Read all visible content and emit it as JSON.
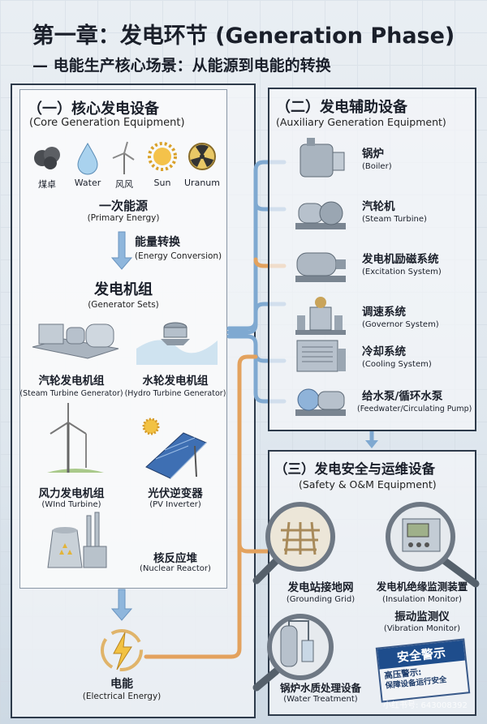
{
  "header": {
    "title": "第一章：发电环节 (Generation Phase)",
    "subtitle": "— 电能生产核心场景：从能源到电能的转换"
  },
  "core": {
    "title": "（一）核心发电设备",
    "title_en": "(Core Generation Equipment)",
    "sources": [
      {
        "label": "煤卓",
        "icon": "coal-icon"
      },
      {
        "label": "Water",
        "icon": "water-drop-icon"
      },
      {
        "label": "风风",
        "icon": "wind-icon"
      },
      {
        "label": "Sun",
        "icon": "sun-icon"
      },
      {
        "label": "Uranum",
        "icon": "radiation-icon"
      }
    ],
    "primary": "一次能源",
    "primary_en": "(Primary Energy)",
    "conversion": "能量转换",
    "conversion_en": "(Energy Conversion)",
    "gensets": "发电机组",
    "gensets_en": "(Generator Sets)",
    "units": [
      {
        "zh": "汽轮发电机组",
        "en": "(Steam Turbine Generator)"
      },
      {
        "zh": "水轮发电机组",
        "en": "(Hydro Turbine Generator)"
      },
      {
        "zh": "风力发电机组",
        "en": "(WInd Turbine)"
      },
      {
        "zh": "光伏逆变器",
        "en": "(PV Inverter)"
      },
      {
        "zh": "核反应堆",
        "en": "(Nuclear Reactor)"
      }
    ],
    "output": "电能",
    "output_en": "(Electrical Energy)"
  },
  "aux": {
    "title": "（二）发电辅助设备",
    "title_en": "(Auxiliary Generation Equipment)",
    "items": [
      {
        "zh": "锅炉",
        "en": "(Boiler)"
      },
      {
        "zh": "汽轮机",
        "en": "(Steam Turbine)"
      },
      {
        "zh": "发电机励磁系统",
        "en": "(Excitation System)"
      },
      {
        "zh": "调速系统",
        "en": "(Governor System)"
      },
      {
        "zh": "冷却系统",
        "en": "(Cooling System)"
      },
      {
        "zh": "给水泵/循环水泵",
        "en": "(Feedwater/Circulating Pump)"
      }
    ]
  },
  "safety": {
    "title": "（三）发电安全与运维设备",
    "title_en": "(Safety & O&M Equipment)",
    "items": [
      {
        "zh": "发电站接地网",
        "en": "(Grounding Grid)"
      },
      {
        "zh": "发电机绝缘监测装置",
        "en": "(Insulation Monitor)"
      },
      {
        "zh": "振动监测仪",
        "en": "(Vibration Monitor)"
      },
      {
        "zh": "锅炉水质处理设备",
        "en": "(Water Treatment)"
      }
    ],
    "sign_title": "安全警示",
    "sign_line1": "高压警示:",
    "sign_line2": "保障设备运行安全"
  },
  "watermark": "小红书号: 643008392",
  "colors": {
    "blue_arrow": "#7fa9d1",
    "orange_arrow": "#e3a25e",
    "sign": "#1e4d8c"
  }
}
